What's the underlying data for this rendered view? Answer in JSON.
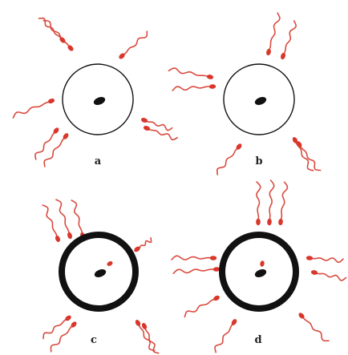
{
  "figure": {
    "panels": [
      {
        "id": "a",
        "label": "a",
        "membrane": "thin",
        "sperm_inside": false
      },
      {
        "id": "b",
        "label": "b",
        "membrane": "thin",
        "sperm_inside": false
      },
      {
        "id": "c",
        "label": "c",
        "membrane": "thick",
        "sperm_inside": true
      },
      {
        "id": "d",
        "label": "d",
        "membrane": "thick",
        "sperm_inside": true
      }
    ]
  },
  "colors": {
    "sperm_head": "#d9372b",
    "sperm_tail": "#d94b3f",
    "membrane": "#111111",
    "nucleus": "#111111",
    "background": "#ffffff"
  }
}
